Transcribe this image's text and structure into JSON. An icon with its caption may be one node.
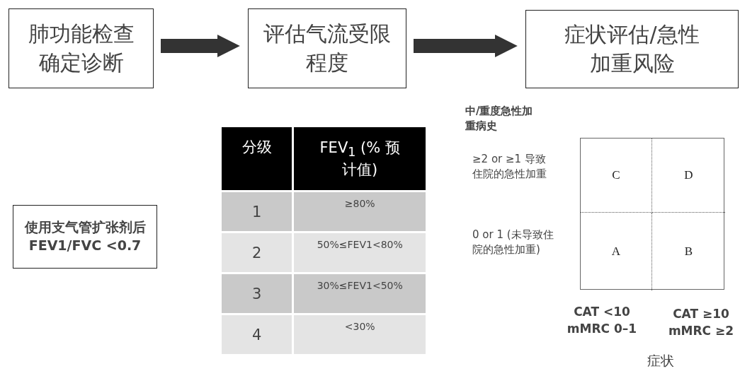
{
  "diagram": {
    "nodes": [
      {
        "text": [
          "肺功能检查确定诊断"
        ]
      },
      {
        "text": [
          "评估气流受限程度"
        ]
      },
      {
        "text": [
          "症状评估/急性加重风险"
        ]
      },
      {
        "text": [
          "使用支气管扩张剂后 FEV1/FVC <0.7"
        ]
      },
      {
        "text": [],
        "shape": "box"
      },
      {
        "text": [
          "C"
        ],
        "in": 4
      },
      {
        "text": [
          "D"
        ],
        "in": 4
      },
      {
        "text": [
          "A"
        ],
        "in": 4
      },
      {
        "text": [
          "B"
        ],
        "in": 4
      }
    ],
    "edges": [
      {
        "from": 0,
        "to": 1,
        "arrow": "to"
      },
      {
        "from": 1,
        "to": 2,
        "arrow": "to"
      }
    ],
    "labels": [
      "分级",
      "FEV$_{1}$ (% 预计值)",
      "1",
      "≥80%",
      "2",
      "50%≤FEV1<80%",
      "3",
      "30%≤FEV1<50%",
      "4",
      "<30%",
      "中/重度急性加重病史",
      "≥2 or ≥1 导致住院的急性加重",
      "0 or 1 (未导致住院的急性加重)",
      "CAT <10 mMRC 0–1",
      "CAT ≥10 mMRC ≥2",
      "症状"
    ]
  }
}
